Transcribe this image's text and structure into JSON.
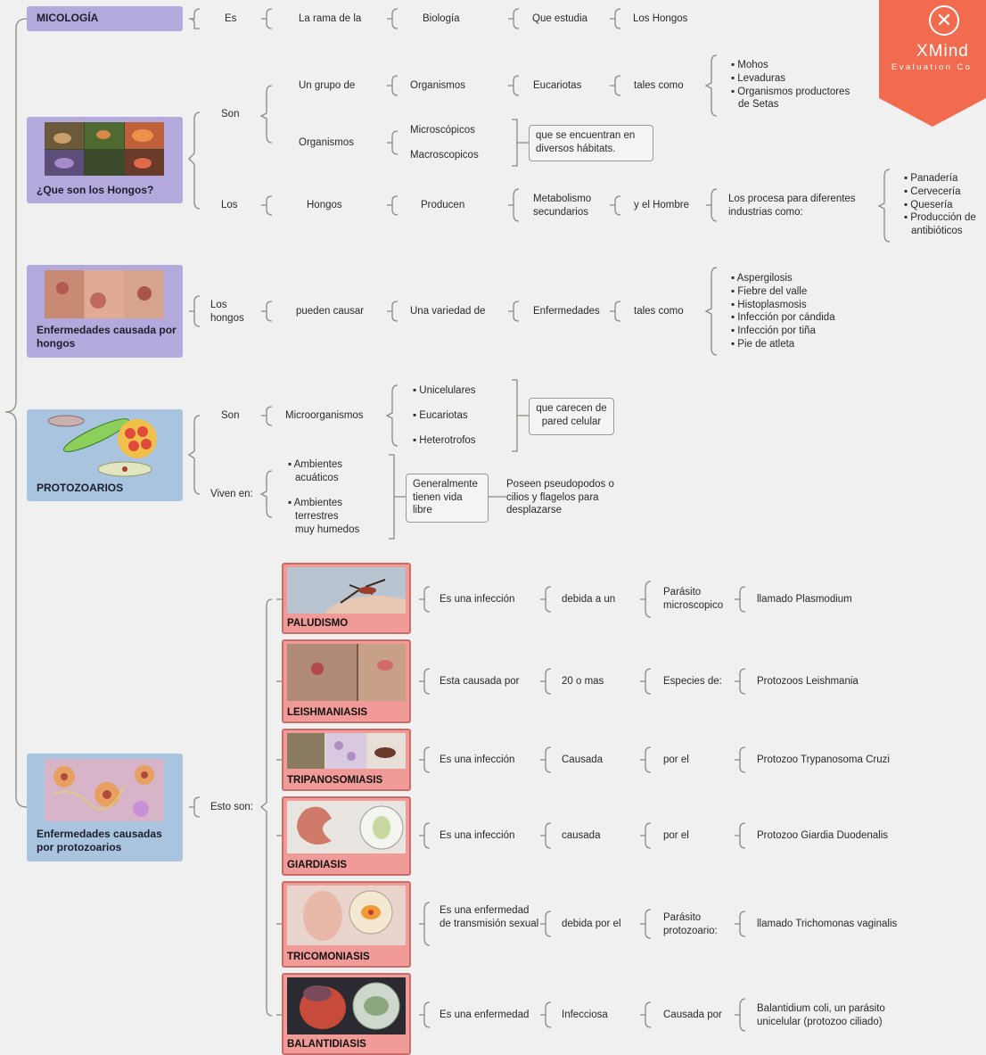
{
  "colors": {
    "purple": "#b4a9dd",
    "blue": "#a8c4de",
    "pink": "#f19b98",
    "watermark": "#f26b4e"
  },
  "watermark": {
    "name": "XMind",
    "sub": "Evaluation Co",
    "icon": "x-logo-icon"
  },
  "micologia": {
    "title": "MICOLOGÍA",
    "c1": "Es",
    "c2": "La rama de la",
    "c3": "Biología",
    "c4": "Que estudia",
    "c5": "Los Hongos"
  },
  "hongos": {
    "title": "¿Que son los Hongos?",
    "son": "Son",
    "grupo": "Un grupo de",
    "organismos": "Organismos",
    "eucariotas": "Eucariotas",
    "tales": "tales como",
    "tales_list": [
      "▪ Mohos",
      "▪ Levaduras",
      "▪ Organismos productores",
      "de Setas"
    ],
    "organismos2": "Organismos",
    "micro": "Microscópicos",
    "macro": "Macroscopicos",
    "habitat": "que se encuentran en diversos hábitats.",
    "los": "Los",
    "hongos": "Hongos",
    "producen": "Producen",
    "metabolismo": "Metabolismo secundarios",
    "hombre": "y el Hombre",
    "procesa": "Los procesa para diferentes industrias como:",
    "ind_list": [
      "▪ Panadería",
      "▪ Cervecería",
      "▪ Quesería",
      "▪ Producción de",
      "antibióticos"
    ]
  },
  "enf_hongos": {
    "title": "Enfermedades causada por hongos",
    "los": "Los hongos",
    "pueden": "pueden causar",
    "variedad": "Una variedad de",
    "enfermedades": "Enfermedades",
    "tales": "tales como",
    "list": [
      "▪ Aspergilosis",
      "▪ Fiebre del valle",
      "▪ Histoplasmosis",
      "▪ Infección por cándida",
      "▪ Infección por tiña",
      "▪ Pie de atleta"
    ]
  },
  "protozoarios": {
    "title": "PROTOZOARIOS",
    "son": "Son",
    "micro": "Microorganismos",
    "uni": "▪ Unicelulares",
    "euc": "▪ Eucariotas",
    "het": "▪ Heterotrofos",
    "pared": "que carecen de pared celular",
    "viven": "Viven en:",
    "acu": [
      "▪ Ambientes",
      "acuáticos"
    ],
    "ter": [
      "▪ Ambientes",
      "terrestres",
      "muy humedos"
    ],
    "vida": "Generalmente tienen vida libre",
    "pseudo": "Poseen pseudopodos o cilios y flagelos para desplazarse"
  },
  "enf_proto": {
    "title": "Enfermedades causadas por protozoarios",
    "esto": "Esto son:",
    "diseases": [
      {
        "name": "PALUDISMO",
        "c1": "Es una infección",
        "c2": "debida a un",
        "c3": "Parásito microscopico",
        "c4": "llamado Plasmodium"
      },
      {
        "name": "LEISHMANIASIS",
        "c1": "Esta causada por",
        "c2": "20 o mas",
        "c3": "Especies de:",
        "c4": "Protozoos Leishmania"
      },
      {
        "name": "TRIPANOSOMIASIS",
        "c1": "Es una infección",
        "c2": "Causada",
        "c3": "por el",
        "c4": "Protozoo Trypanosoma Cruzi"
      },
      {
        "name": "GIARDIASIS",
        "c1": "Es una infección",
        "c2": "causada",
        "c3": "por el",
        "c4": "Protozoo Giardia Duodenalis"
      },
      {
        "name": "TRICOMONIASIS",
        "c1": "Es una enfermedad de transmisión sexual",
        "c2": "debida por el",
        "c3": "Parásito protozoario:",
        "c4": "llamado Trichomonas vaginalis"
      },
      {
        "name": "BALANTIDIASIS",
        "c1": "Es una enfermedad",
        "c2": "Infecciosa",
        "c3": "Causada por",
        "c4": "Balantidium coli, un parásito unicelular (protozoo ciliado)"
      }
    ]
  }
}
